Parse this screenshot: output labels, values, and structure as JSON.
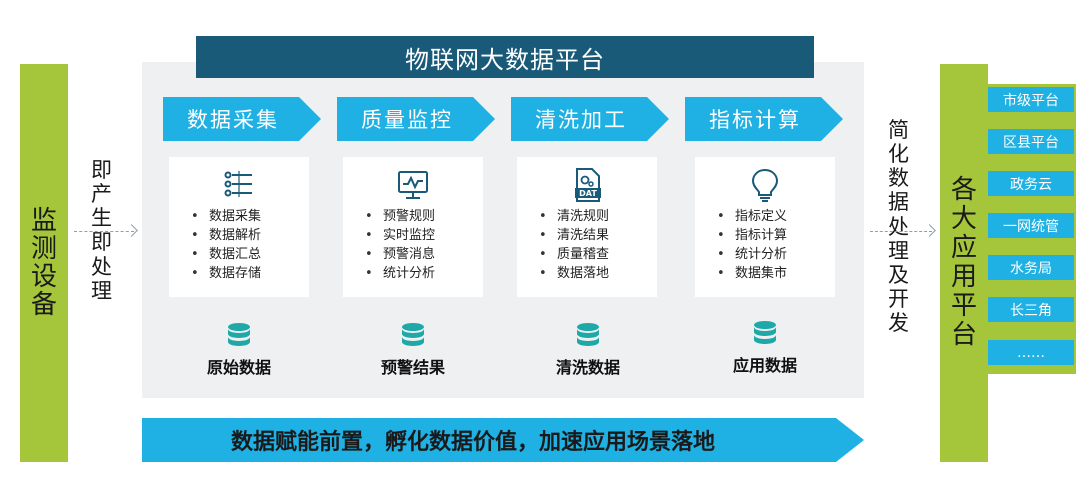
{
  "left_bar": {
    "label": [
      "监",
      "测",
      "设",
      "备"
    ]
  },
  "left_mid": {
    "label": [
      "即",
      "产",
      "生",
      "即",
      "处",
      "理"
    ]
  },
  "platform": {
    "title": "物联网大数据平台",
    "stages": [
      {
        "name": "数据采集",
        "items": [
          "数据采集",
          "数据解析",
          "数据汇总",
          "数据存储"
        ],
        "output": "原始数据",
        "icon": "list-icon"
      },
      {
        "name": "质量监控",
        "items": [
          "预警规则",
          "实时监控",
          "预警消息",
          "统计分析"
        ],
        "output": "预警结果",
        "icon": "monitor-icon"
      },
      {
        "name": "清洗加工",
        "items": [
          "清洗规则",
          "清洗结果",
          "质量稽查",
          "数据落地"
        ],
        "output": "清洗数据",
        "icon": "dat-file-icon",
        "icon_text": "DAT"
      },
      {
        "name": "指标计算",
        "items": [
          "指标定义",
          "指标计算",
          "统计分析",
          "数据集市"
        ],
        "output": "应用数据",
        "icon": "lightbulb-icon"
      }
    ],
    "banner": "数据赋能前置，孵化数据价值，加速应用场景落地"
  },
  "right_mid": {
    "label": [
      "简",
      "化",
      "数",
      "据",
      "处",
      "理",
      "及",
      "开",
      "发"
    ]
  },
  "right_bar": {
    "label": [
      "各",
      "大",
      "应",
      "用",
      "平",
      "台"
    ]
  },
  "apps": [
    "市级平台",
    "区县平台",
    "政务云",
    "一网统管",
    "水务局",
    "长三角",
    "……"
  ],
  "colors": {
    "green": "#a5c63b",
    "cyan": "#1fb1e3",
    "navy": "#1a5a79",
    "panel": "#eff0f1"
  }
}
